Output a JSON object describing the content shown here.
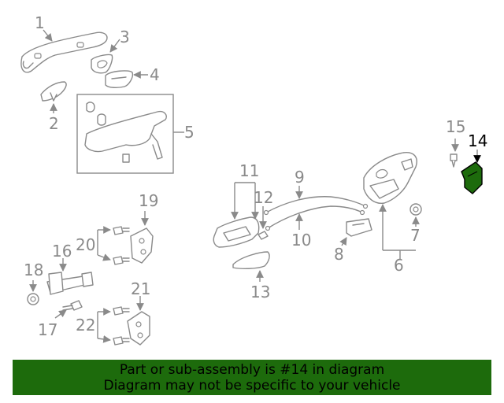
{
  "callouts": {
    "c1": "1",
    "c2": "2",
    "c3": "3",
    "c4": "4",
    "c5": "5",
    "c6": "6",
    "c7": "7",
    "c8": "8",
    "c9": "9",
    "c10": "10",
    "c11": "11",
    "c12": "12",
    "c13": "13",
    "c14": "14",
    "c15": "15",
    "c16": "16",
    "c17": "17",
    "c18": "18",
    "c19": "19",
    "c20": "20",
    "c21": "21",
    "c22": "22"
  },
  "highlight": {
    "part": "14",
    "color": "#1d6b0c"
  },
  "colors": {
    "line": "#8a8a8a",
    "banner": "#1d6b0c"
  },
  "banner": {
    "line1": "Part or sub-assembly is #14 in diagram",
    "line2": "Diagram may not be specific to your vehicle"
  }
}
